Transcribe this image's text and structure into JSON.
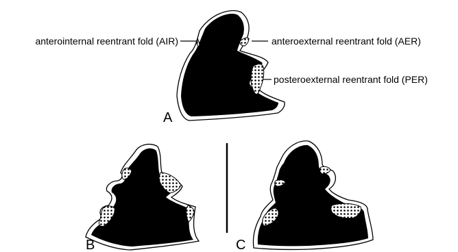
{
  "labels": {
    "air": "anterointernal reentrant fold (AIR)",
    "aer": "anteroexternal reentrant fold (AER)",
    "per": "posteroexternal reentrant fold (PER)"
  },
  "panels": {
    "a": "A",
    "b": "B",
    "c": "C"
  },
  "colors": {
    "dentine": "#000000",
    "enamel": "#ffffff",
    "background": "#ffffff"
  }
}
